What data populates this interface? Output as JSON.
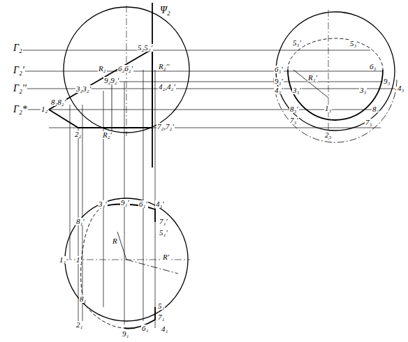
{
  "diagram": {
    "labels": [
      "Ψ₂",
      "Γ₂",
      "Γ₂'",
      "Γ₂''",
      "Γ₂*",
      "5₂5₂'",
      "R₂",
      "6₂6₂'",
      "R₂''",
      "9₂9₂'",
      "3₂3₂'",
      "4₂,4₂'",
      "8₂8₂'",
      "1₂",
      "2₂",
      "R₂'",
      "7₂,7₂'",
      "3₁'",
      "9₁'",
      "6₁'",
      "4₁'",
      "8₁'",
      "7₁'",
      "5₁'",
      "1₁",
      "1",
      "R",
      "R'",
      "8₁",
      "5₁",
      "7₁",
      "2₁",
      "9₁",
      "6₁",
      "4₁",
      "5₃'",
      "5₃",
      "6₃'",
      "6₃",
      "9₃'",
      "9₃",
      "R₁'",
      "4₃'",
      "3₃'",
      "3₃",
      "4₃",
      "8₃'",
      "1₃",
      "8₃",
      "7₃'",
      "7₃",
      "2₃"
    ]
  }
}
